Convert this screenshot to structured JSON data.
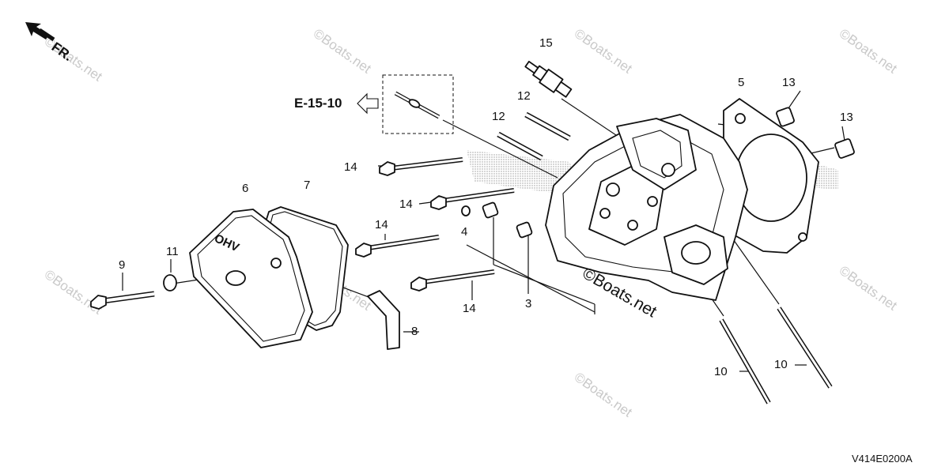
{
  "direction": {
    "label": "FR.",
    "icon": "front-direction-arrow-icon"
  },
  "reference": {
    "label": "E-15-10",
    "icon": "hollow-left-arrow-icon"
  },
  "callouts": {
    "c1": "15",
    "c2": "5",
    "c3": "13",
    "c4": "13",
    "c5": "12",
    "c6": "12",
    "c7": "14",
    "c8": "14",
    "c9": "14",
    "c10": "14",
    "c11": "6",
    "c12": "7",
    "c13": "11",
    "c14": "9",
    "c15": "4",
    "c16": "3",
    "c17": "8",
    "c18": "10",
    "c19": "10"
  },
  "cover_marking": "OHV",
  "watermarks": {
    "w1": "©Boats.net",
    "w2": "©Boats.net",
    "w3": "©Boats.net",
    "w4": "©Boats.net",
    "w5": "©Boats.net",
    "w6": "©Boats.net",
    "w7": "©Boats.net",
    "w8": "©Boats.net"
  },
  "center_watermark": "©Boats.net",
  "diagram_code": "V414E0200A"
}
